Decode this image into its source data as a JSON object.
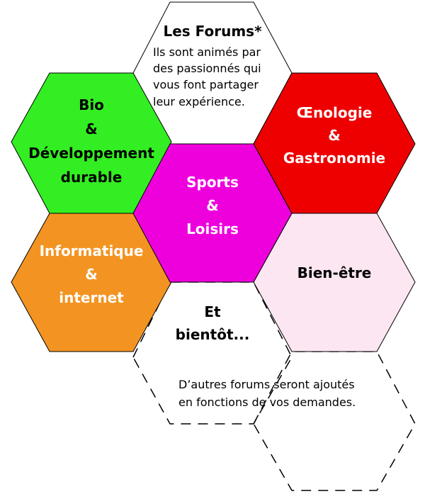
{
  "hexagons": {
    "forums": {
      "title": "Les Forums*",
      "line1": "Ils sont animés par",
      "line2": "des passionnés qui",
      "line3": "vous font partager",
      "line4": "leur expérience.",
      "color": "#ffffff"
    },
    "bio": {
      "line1": "Bio",
      "line2": "&",
      "line3": "Développement",
      "line4": "durable",
      "color": "#33ee22"
    },
    "oenologie": {
      "line1": "Œnologie",
      "line2": "&",
      "line3": "Gastronomie",
      "color": "#ee0000"
    },
    "sports": {
      "line1": "Sports",
      "line2": "&",
      "line3": "Loisirs",
      "color": "#ee00dd"
    },
    "informatique": {
      "line1": "Informatique",
      "line2": "&",
      "line3": "internet",
      "color": "#f39422"
    },
    "bien_etre": {
      "line1": "Bien-être",
      "color": "#fbe6f1"
    },
    "bientot": {
      "line1": "Et",
      "line2": "bientôt...",
      "color": "#ffffff"
    }
  },
  "future_note": {
    "line1": "D’autres forums seront ajoutés",
    "line2": "en fonctions de vos demandes."
  },
  "colors": {
    "stroke": "#000000",
    "text_on_color": "#ffffff"
  }
}
